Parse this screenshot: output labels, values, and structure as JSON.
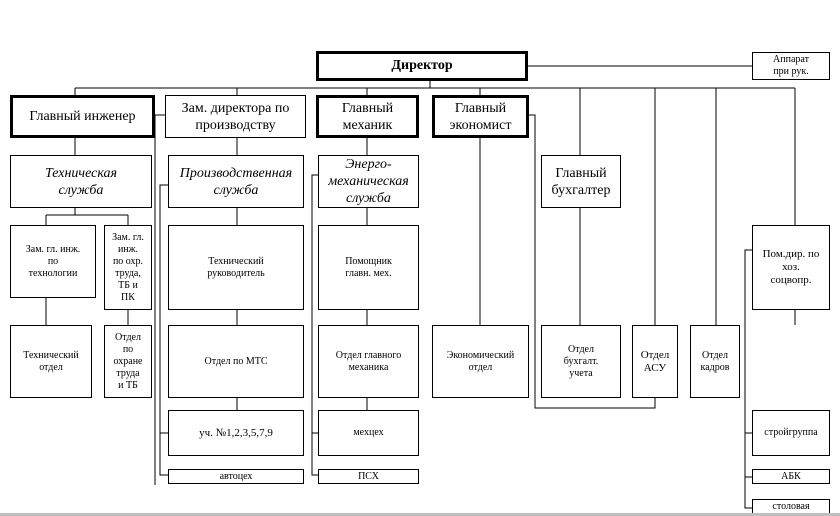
{
  "director": "Директор",
  "apparat": "Аппарат\nпри рук.",
  "chief_engineer": "Главный инженер",
  "deputy_production": "Зам. директора по\nпроизводству",
  "chief_mechanic": "Главный\nмеханик",
  "chief_economist": "Главный\nэкономист",
  "tech_service": "Техническая\nслужба",
  "production_service": "Производственная\nслужба",
  "energy_service": "Энерго-\nмеханическая\nслужба",
  "chief_accountant": "Главный\nбухгалтер",
  "deputy_chief_eng_tech": "Зам. гл. инж.\nпо\nтехнологии",
  "deputy_chief_eng_safety": "Зам. гл.\nинж.\nпо охр.\nтруда,\nТБ и\nПК",
  "tech_manager": "Технический\nруководитель",
  "asst_chief_mechanic": "Помощник\nглавн. мех.",
  "deputy_household": "Пом.дир. по\nхоз.\nсоцвопр.",
  "tech_dept": "Технический\nотдел",
  "safety_dept": "Отдел\nпо\nохране\nтруда\nи ТБ",
  "mts_dept": "Отдел по МТС",
  "chief_mechanic_dept": "Отдел главного\nмеханика",
  "economic_dept": "Экономический\nотдел",
  "accounting_dept": "Отдел\nбухгалт.\nучета",
  "asu_dept": "Отдел\nАСУ",
  "hr_dept": "Отдел\nкадров",
  "sites": "уч. №1,2,3,5,7,9",
  "mechshop": "мехцех",
  "autoshop": "автоцех",
  "psh": "ПСХ",
  "construction_group": "стройгруппа",
  "abk": "АБК",
  "canteen": "столовая"
}
